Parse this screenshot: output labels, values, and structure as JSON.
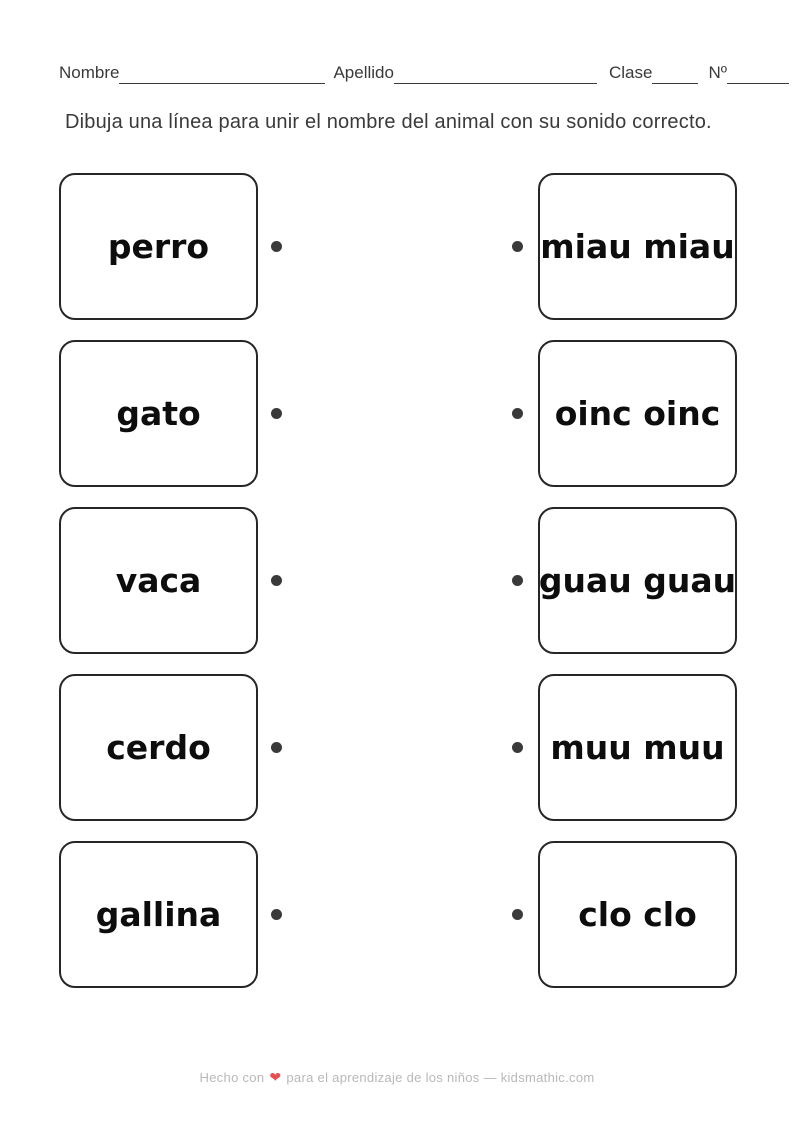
{
  "header": {
    "fields": [
      {
        "label": "Nombre"
      },
      {
        "label": "Apellido"
      },
      {
        "label": "Clase"
      },
      {
        "label": "Nº"
      }
    ]
  },
  "instruction": "Dibuja una línea para unir el nombre del animal con su sonido correcto.",
  "matching": {
    "left_column": [
      "perro",
      "gato",
      "vaca",
      "cerdo",
      "gallina"
    ],
    "right_column": [
      "miau miau",
      "oinc oinc",
      "guau guau",
      "muu muu",
      "clo clo"
    ]
  },
  "footer": {
    "text_before_heart": "Hecho con",
    "heart_icon": "❤",
    "text_after_heart": "para el aprendizaje de los niños — kidsmathic.com"
  },
  "colors": {
    "page_background": "#ffffff",
    "header_text": "#3a3a3a",
    "instruction_text": "#3a3a3a",
    "card_border": "#262626",
    "card_text": "#0d0d0d",
    "connector_dot": "#3a3a3a",
    "footer_text": "#b8b8b8",
    "heart_red": "#e8504f"
  }
}
